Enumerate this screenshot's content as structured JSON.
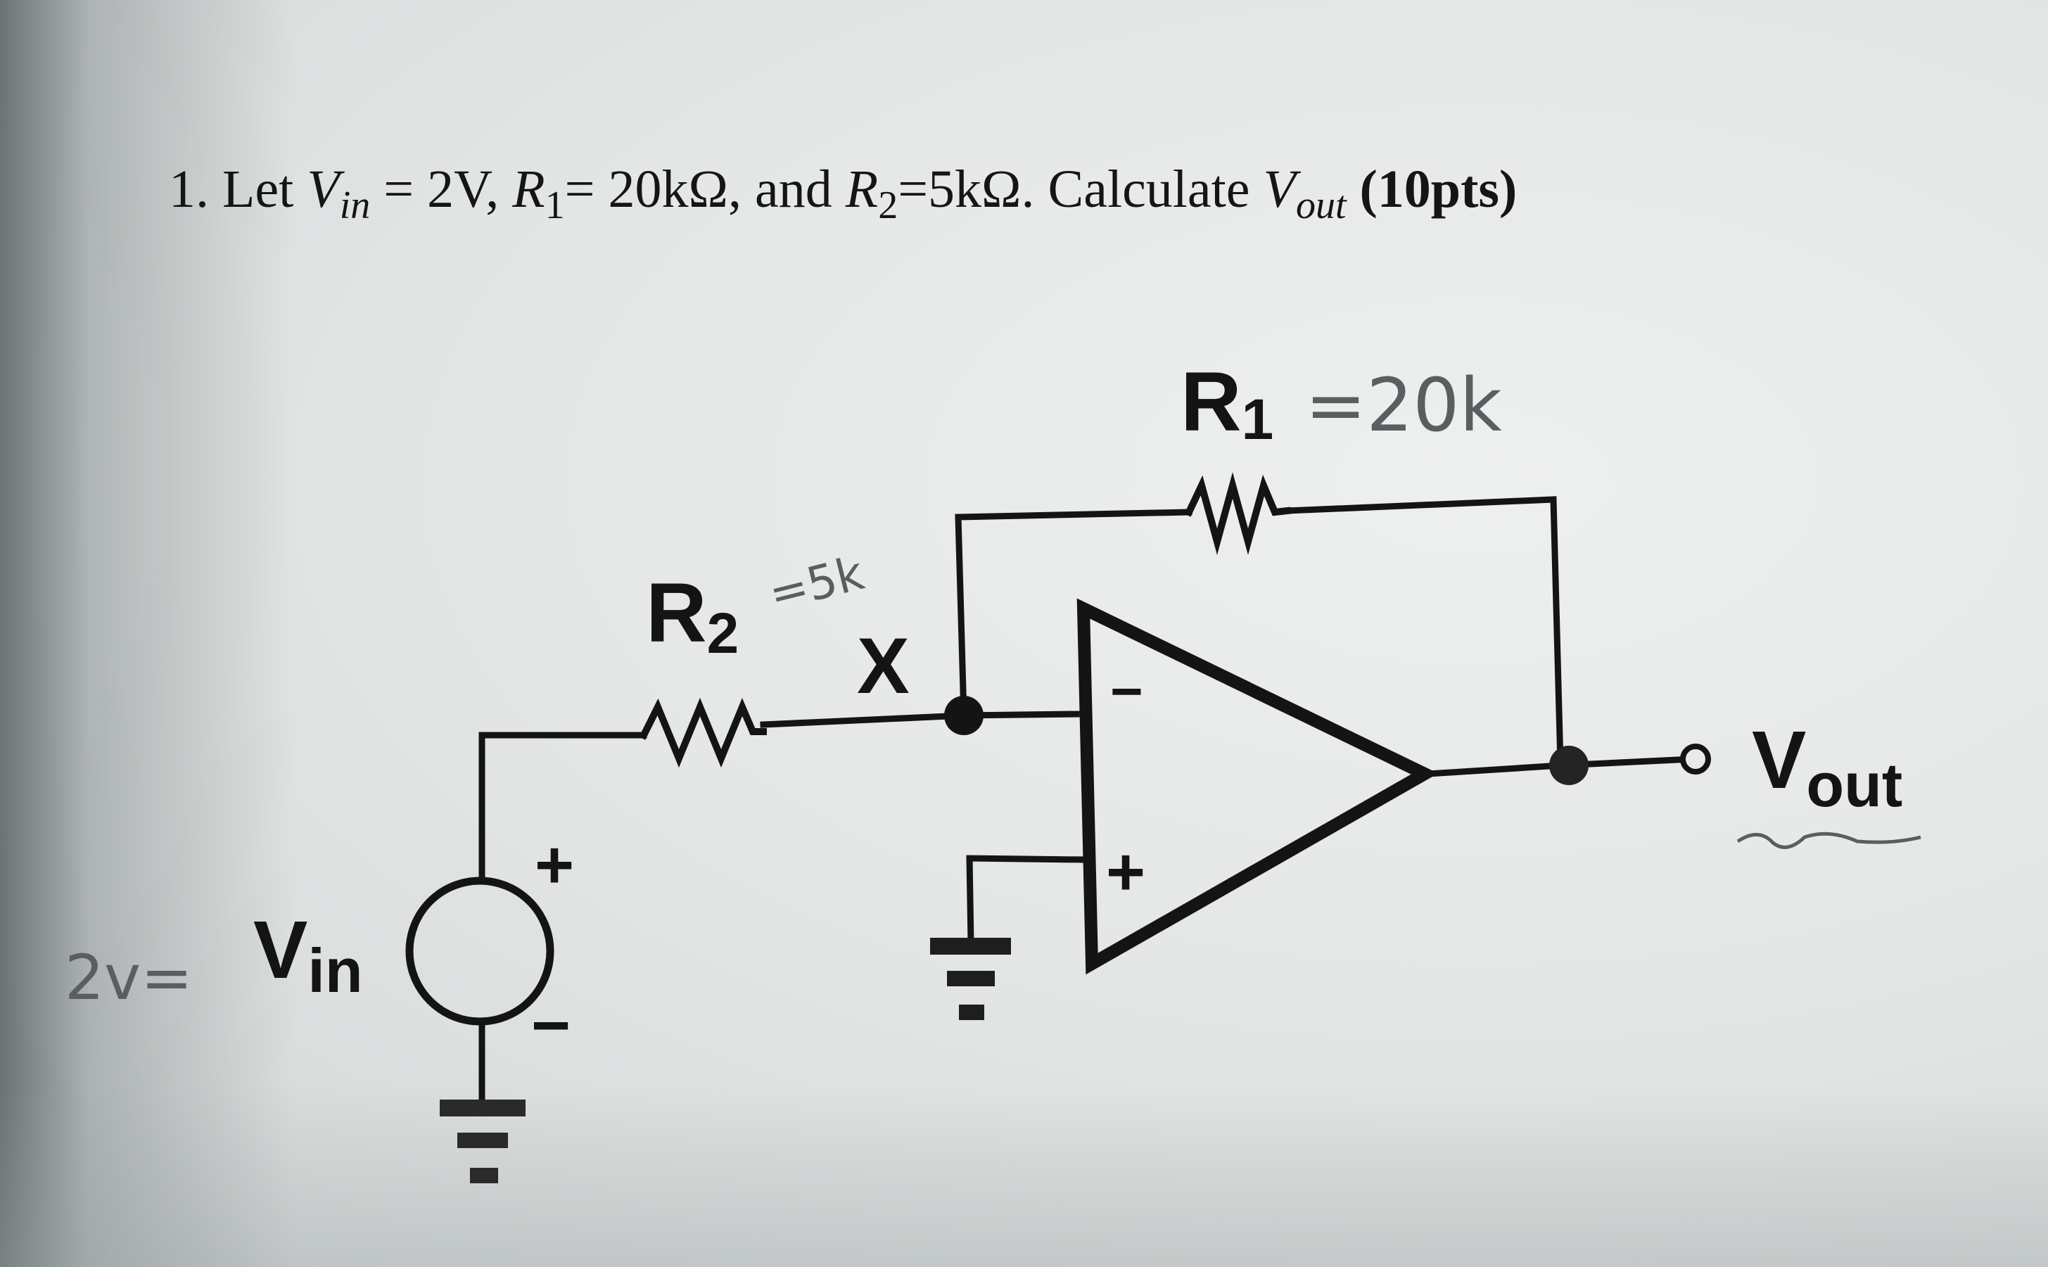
{
  "question": {
    "number": "1.",
    "let": "Let",
    "vin_var": "V",
    "vin_sub": "in",
    "vin_value": "= 2V,",
    "r1_var": "R",
    "r1_sub": "1",
    "r1_value": "= 20kΩ,",
    "and": "and",
    "r2_var": "R",
    "r2_sub": "2",
    "r2_value": "=5kΩ.",
    "calculate": "Calculate",
    "vout_var": "V",
    "vout_sub": "out",
    "points": "(10pts)"
  },
  "circuit": {
    "r1_label": "R",
    "r1_sub": "1",
    "r2_label": "R",
    "r2_sub": "2",
    "node_x": "X",
    "vin_label": "V",
    "vin_sub": "in",
    "vout_label": "V",
    "vout_sub": "out",
    "opamp_minus": "−",
    "opamp_plus": "+",
    "source_plus": "+",
    "source_minus": "−"
  },
  "handwriting": {
    "r1_note": "=20k",
    "r2_note": "=5k",
    "vin_note": "2v="
  },
  "colors": {
    "ink": "#141414",
    "pencil": "#5a5e60",
    "paper": "#e4e7e6"
  }
}
